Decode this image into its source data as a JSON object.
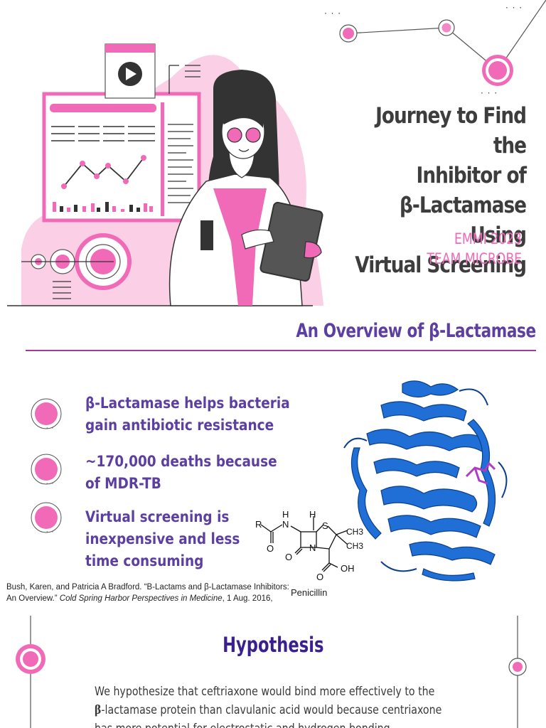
{
  "header": {
    "title_lines": [
      "Journey to Find the",
      "Inhibitor of",
      "β-Lactamase Using",
      "Virtual Screening"
    ],
    "event": "EMMI 2023",
    "team": "TEAM MICROBE"
  },
  "overview": {
    "heading": "An Overview of β-Lactamase",
    "bullets": [
      {
        "line1": "β-Lactamase helps bacteria",
        "line2": "gain antibiotic resistance"
      },
      {
        "line1": "~170,000 deaths because",
        "line2": "of MDR-TB"
      },
      {
        "line1": "Virtual screening is",
        "line2": "inexpensive and less",
        "line3": "time consuming"
      }
    ],
    "citation_part1": "Bush, Karen, and Patricia A Bradford. “B-Lactams and β-Lactamase Inhibitors: An Overview.” ",
    "citation_journal": "Cold Spring Harbor Perspectives in Medicine",
    "citation_part2": ", 1 Aug. 2016,",
    "molecule_label": "Penicillin",
    "molecule_atoms": {
      "r": "R",
      "n1": "N",
      "h1": "H",
      "h2": "H",
      "s": "S",
      "ch3a": "CH3",
      "ch3b": "CH3",
      "n2": "N",
      "o1": "O",
      "o2": "O",
      "o3": "O",
      "oh": "OH"
    }
  },
  "hypothesis": {
    "heading": "Hypothesis",
    "line1": "We hypothesize that ceftriaxone would bind more effectively to the",
    "beta": "β",
    "line2": "-lactamase protein than clavulanic acid would because centriaxone",
    "line3": "has more potential for electrostatic and hydrogen bonding"
  },
  "decor": {
    "ellipsis": "· · ·"
  },
  "colors": {
    "pink": "#f06ab8",
    "light_pink": "#fbd0e6",
    "purple": "#5c3fa0",
    "rule": "#a53a8e",
    "protein": "#1f6fd6"
  }
}
